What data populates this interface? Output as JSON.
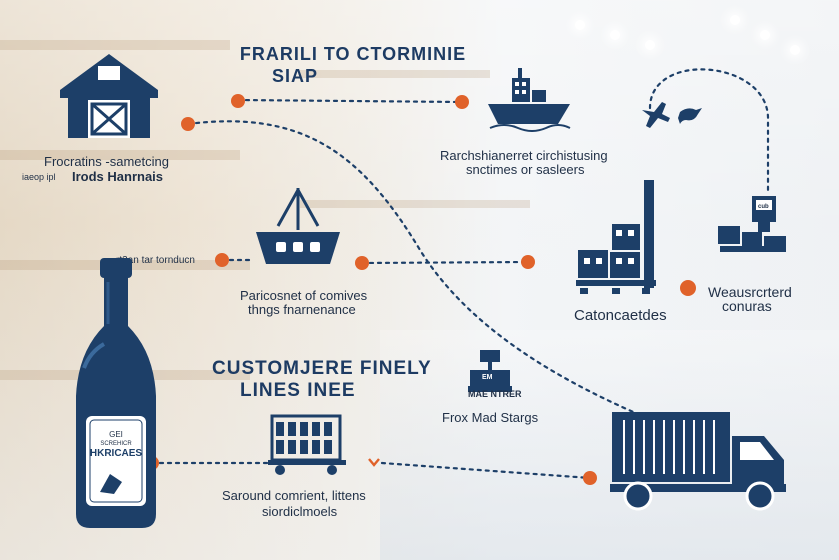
{
  "header": {
    "title_line1": "FRARILI TO CTORMINIE",
    "title_line2": "SIAP"
  },
  "nodes": {
    "warehouse": {
      "label1": "Frocratins -sametcing",
      "label2": "Irods Hanrnais",
      "sublabel": "iaeop  ipl"
    },
    "ship": {
      "label1": "Rarchshianerret circhistusing",
      "label2": "snctimes or sasleers"
    },
    "plane": {
      "label": ""
    },
    "scanner": {
      "label1": "Weausrcrterd",
      "label2": "conuras",
      "device_text": "cub"
    },
    "sailboat": {
      "label1": "Paricosnet of comives",
      "label2": "thngs fnarnenance",
      "callout": "rt3an tar tornducn"
    },
    "pallet": {
      "label": "Catoncaetdes"
    },
    "customer": {
      "title_line1": "CUSTOMJERE FINELY",
      "title_line2": "LINES INEE"
    },
    "sign": {
      "sign_top": "EM",
      "sign_text": "MAE NTRER",
      "label": "Frox Mad Stargs"
    },
    "bottle": {
      "label_small": "GEI",
      "label_tiny": "SCREHICR",
      "label_main": "HKRICAES"
    },
    "cart": {
      "label1": "Saround comrient, littens",
      "label2": "siordiclmoels"
    },
    "truck": {
      "label": ""
    }
  },
  "colors": {
    "navy": "#1d3f68",
    "accent": "#e0622a",
    "text": "#1f2f46"
  }
}
